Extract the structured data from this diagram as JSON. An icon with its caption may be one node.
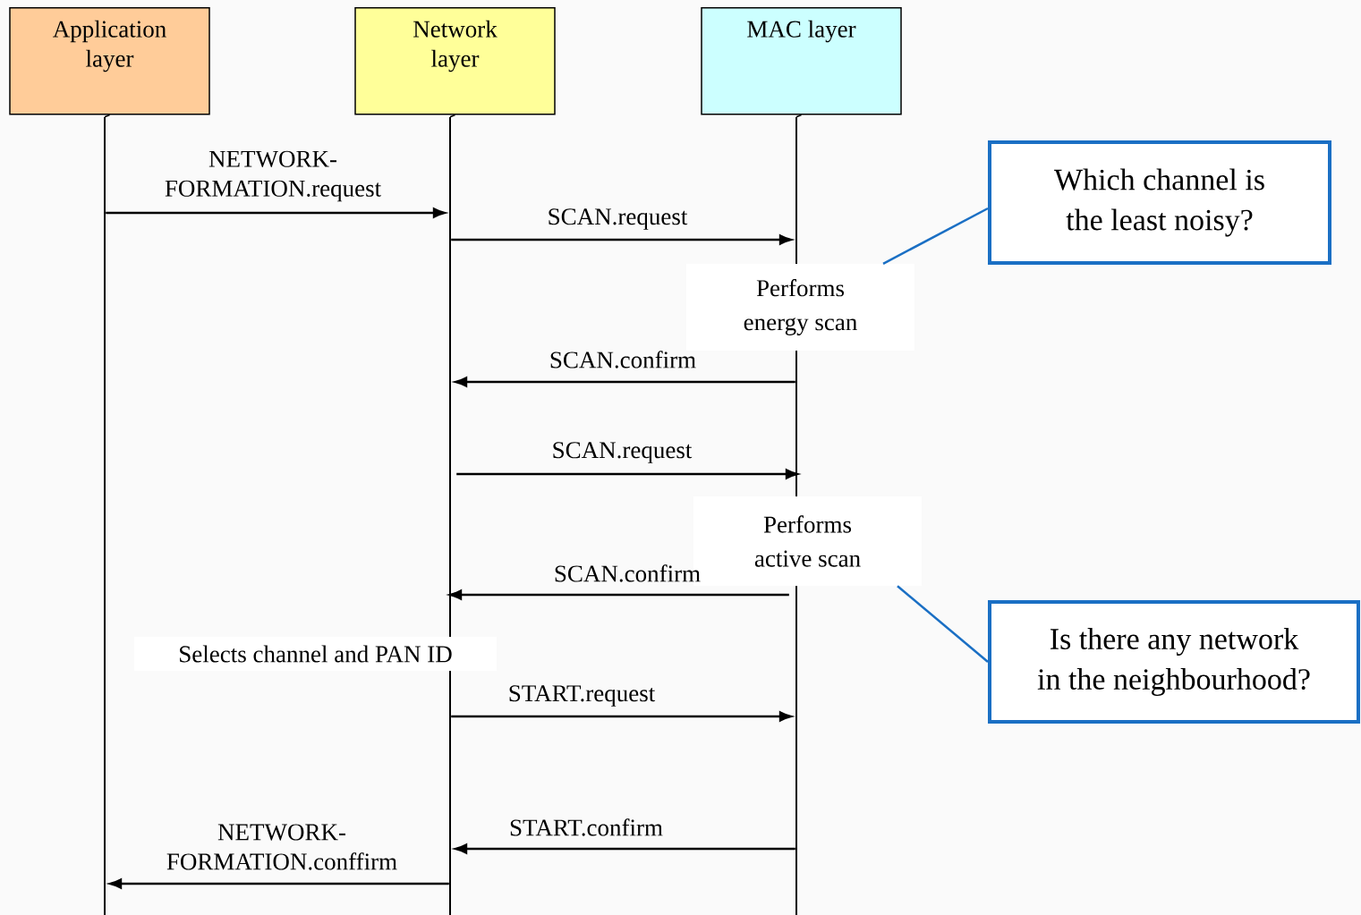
{
  "diagram": {
    "nodes": [
      {
        "text": [
          "Application layer"
        ]
      },
      {
        "text": [
          "Network layer"
        ]
      },
      {
        "text": [
          "MAC layer"
        ]
      },
      {
        "text": [
          "Performs energy scan"
        ]
      },
      {
        "text": [
          "Performs active scan"
        ]
      },
      {
        "text": [
          "Selects channel and PAN ID"
        ]
      },
      {
        "text": [
          "Which channel is the least noisy?"
        ]
      },
      {
        "text": [
          "Is there any network in the neighbourhood?"
        ]
      },
      {
        "text": [],
        "shape": "bar"
      },
      {
        "text": [],
        "shape": "bar"
      },
      {
        "text": [],
        "shape": "bar"
      }
    ],
    "edges": [
      {
        "from": 8,
        "to": 9,
        "arrow": "to",
        "label": "NETWORK- FORMATION.request"
      },
      {
        "from": 9,
        "to": 10,
        "arrow": "to",
        "label": "SCAN.request"
      },
      {
        "from": 10,
        "to": 9,
        "arrow": "to",
        "label": "SCAN.confirm"
      },
      {
        "from": 9,
        "to": 10,
        "arrow": "to",
        "label": "SCAN.request"
      },
      {
        "from": 10,
        "to": 9,
        "arrow": "to",
        "label": "SCAN.confirm"
      },
      {
        "from": 9,
        "to": 10,
        "arrow": "to",
        "label": "START.request"
      },
      {
        "from": 10,
        "to": 9,
        "arrow": "to",
        "label": "START.confirm"
      },
      {
        "from": 9,
        "to": 8,
        "arrow": "to",
        "label": "NETWORK- FORMATION.conffirm"
      },
      {
        "from": 0,
        "to": 8,
        "arrow": "none"
      },
      {
        "from": 1,
        "to": 9,
        "arrow": "none"
      },
      {
        "from": 2,
        "to": 10,
        "arrow": "none"
      },
      {
        "from": 6,
        "to": 3,
        "arrow": "none",
        "color": "#1a6fc4"
      },
      {
        "from": 7,
        "to": 4,
        "arrow": "none",
        "color": "#1a6fc4"
      }
    ]
  }
}
